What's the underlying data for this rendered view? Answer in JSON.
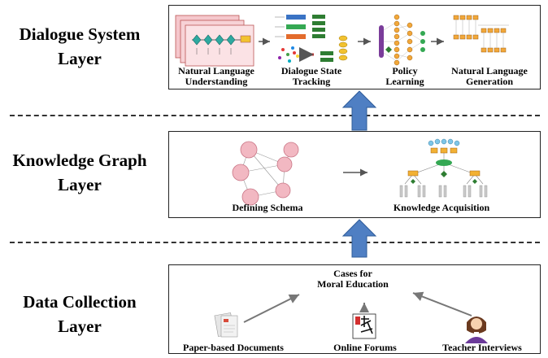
{
  "layers": {
    "dialogue": {
      "label_line1": "Dialogue System",
      "label_line2": "Layer",
      "modules": {
        "nlu_line1": "Natural Language",
        "nlu_line2": "Understanding",
        "dst_line1": "Dialogue State",
        "dst_line2": "Tracking",
        "policy_line1": "Policy",
        "policy_line2": "Learning",
        "nlg_line1": "Natural Language",
        "nlg_line2": "Generation"
      }
    },
    "knowledge": {
      "label_line1": "Knowledge Graph",
      "label_line2": "Layer",
      "modules": {
        "schema": "Defining Schema",
        "acquisition": "Knowledge Acquisition"
      }
    },
    "data": {
      "label_line1": "Data Collection",
      "label_line2": "Layer",
      "target_line1": "Cases for",
      "target_line2": "Moral Education",
      "sources": {
        "paper": "Paper-based Documents",
        "forums": "Online  Forums",
        "teacher": "Teacher Interviews"
      }
    }
  },
  "colors": {
    "up_arrow": "#4f7fc3",
    "schema_node": "#f2b8c2",
    "tree_node": "#f2b134",
    "tree_root": "#7ec6e8",
    "policy_left": "#7a3c9a"
  }
}
